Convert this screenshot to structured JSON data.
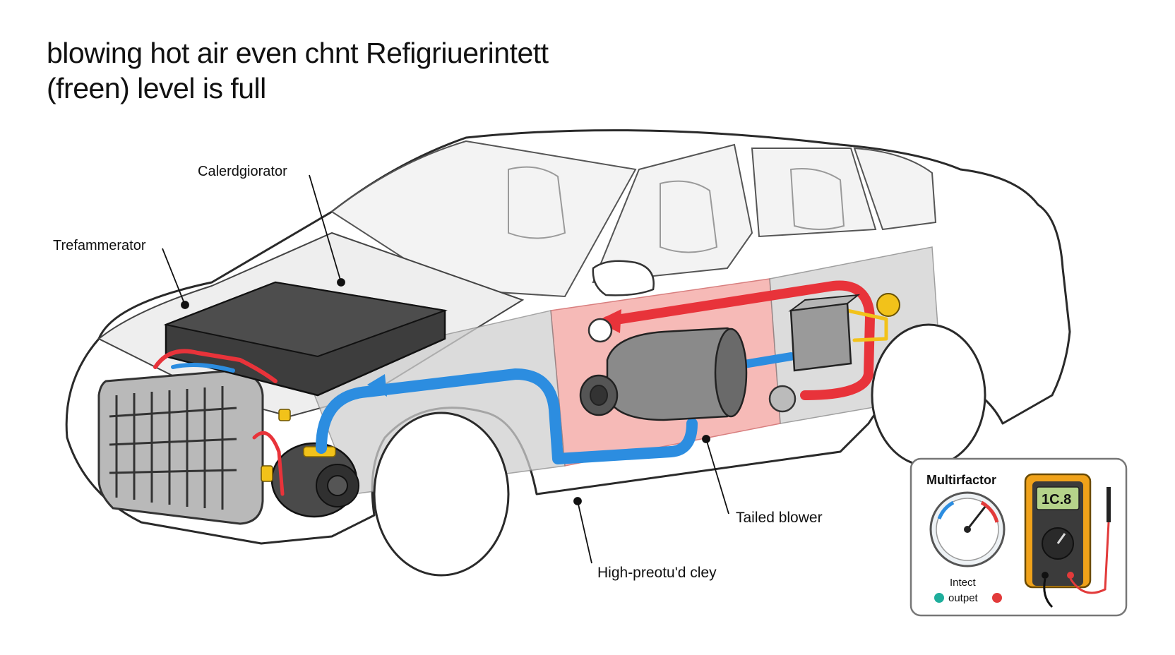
{
  "title": {
    "line1": "blowing hot air even chnt Refigriuerintett",
    "line2": "(freen) level is full"
  },
  "labels": {
    "top_component": "Calerdgiorator",
    "left_component": "Trefammerator",
    "blower": "Tailed blower",
    "high_pressure": "High-preotu'd cley"
  },
  "meter_panel": {
    "title": "Multirfactor",
    "display": "1C.8",
    "legend_line1": "Intect",
    "legend_line2": "outpet",
    "input_color": "#1fae9c",
    "output_color": "#e23a3a"
  },
  "colors": {
    "hot_line": "#e8333a",
    "cold_line": "#2c8de0",
    "fitting": "#f2c21a",
    "highlight_zone": "#f4a3a0",
    "body_outline": "#2a2a2a"
  }
}
